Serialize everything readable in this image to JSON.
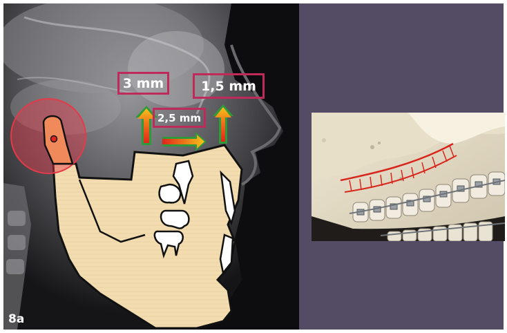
{
  "annotations": {
    "vertical_left": "3 mm",
    "vertical_right": "1,5 mm",
    "horizontal": "2,5 mm"
  },
  "figure_label": "8a",
  "colors": {
    "box_border": "#c02a5b",
    "arrow_red": "#e0261b",
    "arrow_orange": "#f08a1a",
    "arrow_green_tip": "#2f9a3a",
    "mandible_fill": "#f2dcb0",
    "condyle_circle": "#e43a4a",
    "background_right": "#544c65",
    "osteotomy_line": "#d8261c"
  }
}
